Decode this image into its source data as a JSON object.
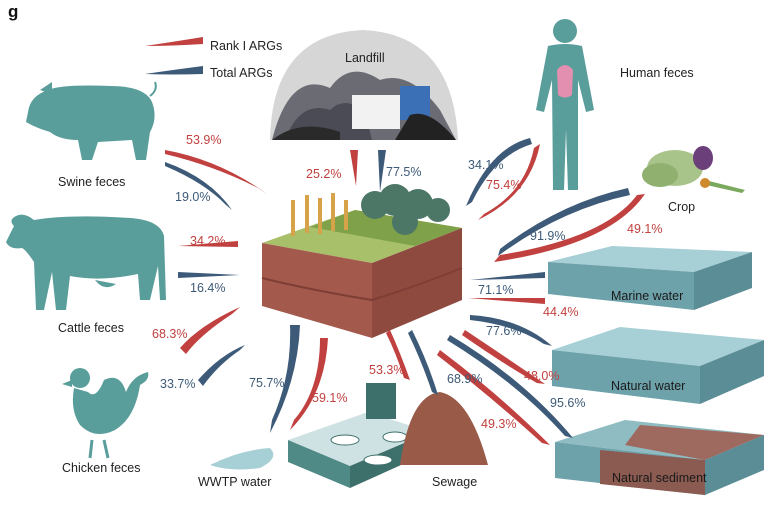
{
  "panel_label": "g",
  "legend": {
    "rank1": "Rank I ARGs",
    "total": "Total ARGs"
  },
  "colors": {
    "rank1": "#c0413f",
    "total": "#3d5a78",
    "teal": "#5a9e9b",
    "water": "#7fb3bc",
    "soil": "#a0574c"
  },
  "sources": {
    "landfill": "Landfill",
    "human": "Human feces",
    "crop": "Crop",
    "marine": "Marine water",
    "natural_water": "Natural water",
    "sediment": "Natural sediment",
    "sewage": "Sewage",
    "wwtp": "WWTP water",
    "chicken": "Chicken feces",
    "cattle": "Cattle feces",
    "swine": "Swine feces"
  },
  "percentages": {
    "swine_rank1": "53.9%",
    "swine_total": "19.0%",
    "cattle_rank1": "34.2%",
    "cattle_total": "16.4%",
    "chicken_rank1": "68.3%",
    "chicken_total": "33.7%",
    "landfill_rank1": "25.2%",
    "landfill_total": "77.5%",
    "human_total": "34.1%",
    "human_rank1": "75.4%",
    "crop_total": "91.9%",
    "crop_rank1": "49.1%",
    "marine_total": "71.1%",
    "marine_rank1": "44.4%",
    "natural_water_total": "77.6%",
    "natural_water_rank1": "48.0%",
    "sediment_total": "95.6%",
    "sediment_rank1": "49.3%",
    "sewage_rank1": "53.3%",
    "sewage_total": "68.9%",
    "wwtp_total": "75.7%",
    "wwtp_rank1": "59.1%"
  }
}
